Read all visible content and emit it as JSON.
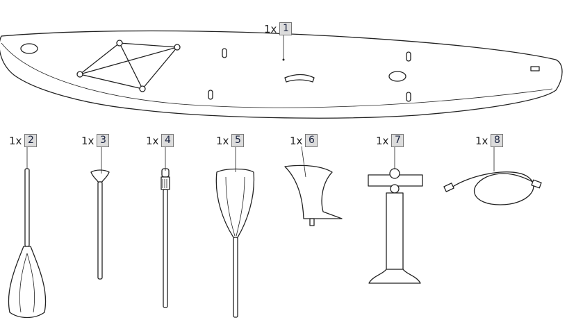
{
  "parts": [
    {
      "number": "1",
      "quantity": "1x",
      "name": "board"
    },
    {
      "number": "2",
      "quantity": "1x",
      "name": "paddle-assembled"
    },
    {
      "number": "3",
      "quantity": "1x",
      "name": "paddle-handle-section"
    },
    {
      "number": "4",
      "quantity": "1x",
      "name": "paddle-shaft-section"
    },
    {
      "number": "5",
      "quantity": "1x",
      "name": "paddle-blade-section"
    },
    {
      "number": "6",
      "quantity": "1x",
      "name": "fin"
    },
    {
      "number": "7",
      "quantity": "1x",
      "name": "pump"
    },
    {
      "number": "8",
      "quantity": "1x",
      "name": "hose"
    }
  ]
}
